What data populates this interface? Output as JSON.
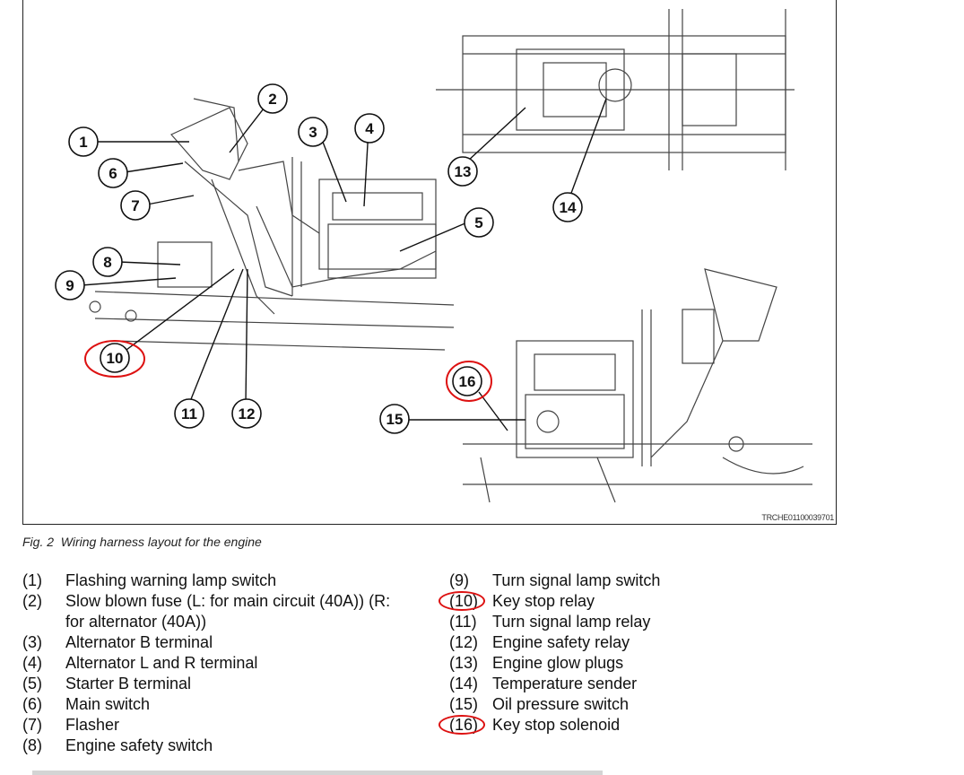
{
  "figure": {
    "callouts": [
      "1",
      "2",
      "3",
      "4",
      "5",
      "6",
      "7",
      "8",
      "9",
      "10",
      "11",
      "12",
      "13",
      "14",
      "15",
      "16"
    ],
    "highlighted_callouts": [
      "10",
      "16"
    ],
    "code": "TRCHE01100039701",
    "highlight_color": "#d11111"
  },
  "caption": {
    "label": "Fig. 2",
    "text": "Wiring harness layout for the engine"
  },
  "legend": {
    "left": [
      {
        "num": "(1)",
        "text": "Flashing warning lamp switch"
      },
      {
        "num": "(2)",
        "text": "Slow blown fuse (L: for main circuit (40A)) (R:"
      },
      {
        "num": "",
        "text": "for alternator (40A))"
      },
      {
        "num": "(3)",
        "text": "Alternator B terminal"
      },
      {
        "num": "(4)",
        "text": "Alternator L and R terminal"
      },
      {
        "num": "(5)",
        "text": "Starter B terminal"
      },
      {
        "num": "(6)",
        "text": "Main switch"
      },
      {
        "num": "(7)",
        "text": "Flasher"
      },
      {
        "num": "(8)",
        "text": "Engine safety switch"
      }
    ],
    "right": [
      {
        "num": "(9)",
        "text": "Turn signal lamp switch",
        "circled": false
      },
      {
        "num": "(10)",
        "text": "Key stop relay",
        "circled": true
      },
      {
        "num": "(11)",
        "text": "Turn signal lamp relay",
        "circled": false
      },
      {
        "num": "(12)",
        "text": "Engine safety relay",
        "circled": false
      },
      {
        "num": "(13)",
        "text": "Engine glow plugs",
        "circled": false
      },
      {
        "num": "(14)",
        "text": "Temperature sender",
        "circled": false
      },
      {
        "num": "(15)",
        "text": "Oil pressure switch",
        "circled": false
      },
      {
        "num": "(16)",
        "text": "Key stop solenoid",
        "circled": true
      }
    ]
  }
}
